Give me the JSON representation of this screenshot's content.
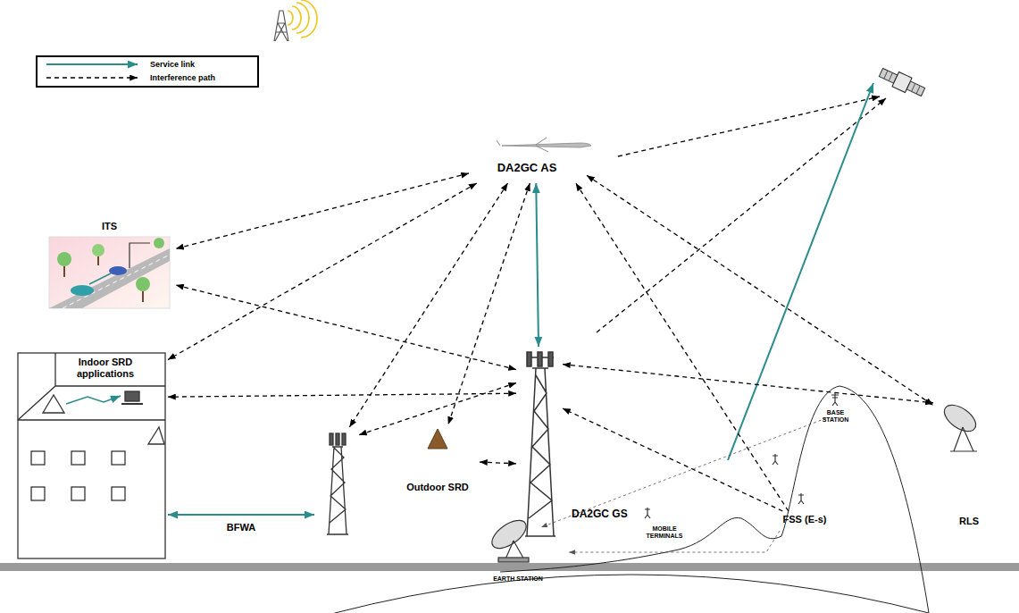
{
  "diagram": {
    "nodes": [
      {
        "text": [
          "DA2GC AS"
        ]
      },
      {
        "text": [
          "ITS"
        ]
      },
      {
        "text": [
          "Indoor SRD applications"
        ]
      },
      {
        "text": [
          "BFWA"
        ]
      },
      {
        "text": [
          "Outdoor SRD"
        ]
      },
      {
        "text": [
          "DA2GC GS"
        ]
      },
      {
        "text": [
          "FSS (E-s)"
        ]
      },
      {
        "text": [
          "RLS"
        ]
      },
      {
        "text": [
          "EARTH STATION"
        ]
      }
    ],
    "edges": [
      {
        "from": 0,
        "to": 1,
        "arrow": "both"
      },
      {
        "from": 0,
        "to": 2,
        "arrow": "both"
      },
      {
        "from": 0,
        "to": 3,
        "arrow": "both"
      },
      {
        "from": 0,
        "to": 4,
        "arrow": "both"
      },
      {
        "from": 0,
        "to": 5,
        "arrow": "both"
      },
      {
        "from": 6,
        "to": 0,
        "arrow": "to"
      },
      {
        "from": 0,
        "to": 7,
        "arrow": "both"
      },
      {
        "from": 5,
        "to": 1,
        "arrow": "both"
      },
      {
        "from": 5,
        "to": 2,
        "arrow": "both"
      },
      {
        "from": 5,
        "to": 3,
        "arrow": "both"
      },
      {
        "from": 5,
        "to": 4,
        "arrow": "both"
      },
      {
        "from": 6,
        "to": 5,
        "arrow": "to"
      },
      {
        "from": 5,
        "to": 7,
        "arrow": "both"
      },
      {
        "from": 2,
        "to": 3,
        "arrow": "both"
      },
      {
        "from": 6,
        "to": 8,
        "arrow": "to"
      }
    ],
    "labels": [
      "BASE STATION",
      "MOBILE TERMINALS"
    ],
    "legend": [
      {
        "text": "Service link"
      },
      {
        "text": "Interference path"
      }
    ]
  }
}
